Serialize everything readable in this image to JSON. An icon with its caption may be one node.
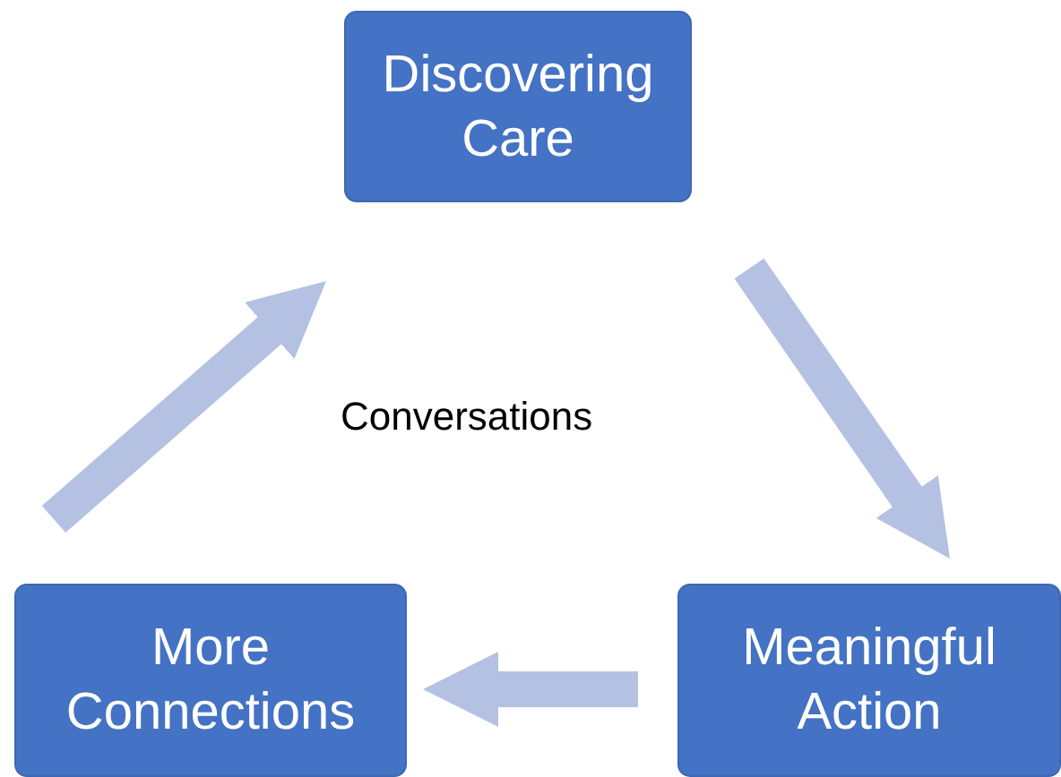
{
  "diagram": {
    "nodes": [
      {
        "text": [
          "Discovering Care"
        ]
      },
      {
        "text": [
          "Meaningful Action"
        ]
      },
      {
        "text": [
          "More Connections"
        ]
      }
    ],
    "edges": [
      {
        "from": 0,
        "to": 1,
        "arrow": "to"
      },
      {
        "from": 1,
        "to": 2,
        "arrow": "to"
      },
      {
        "from": 2,
        "to": 0,
        "arrow": "to"
      }
    ],
    "labels": [
      "Conversations"
    ]
  }
}
